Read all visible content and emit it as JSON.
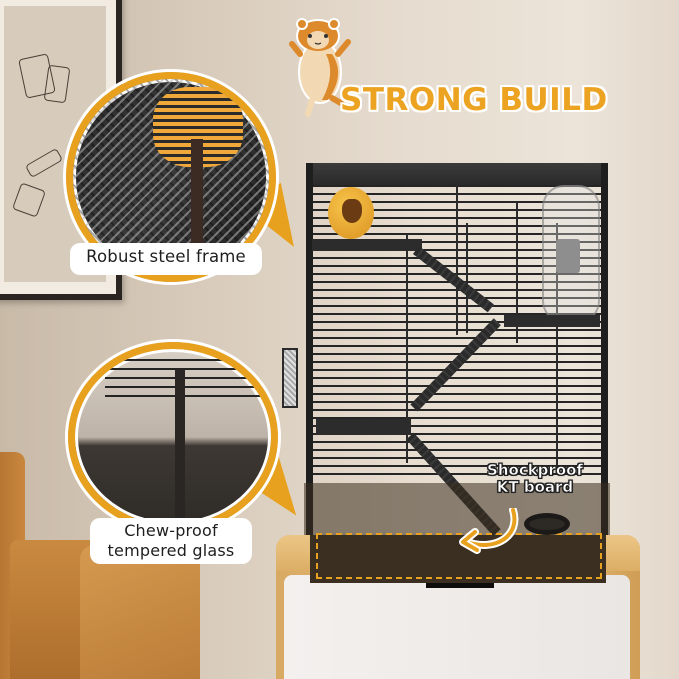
{
  "headline": {
    "title": "STRONG BUILD",
    "mascot": "hamster-mascot-icon"
  },
  "callouts": [
    {
      "id": "steel-frame",
      "label": "Robust steel frame"
    },
    {
      "id": "tempered-glass",
      "label_line1": "Chew-proof",
      "label_line2": "tempered glass"
    }
  ],
  "annotation": {
    "line1": "Shockproof",
    "line2": "KT board"
  },
  "colors": {
    "accent": "#e8a11e",
    "headline": "#eca322",
    "cage": "#2a2a2b",
    "label_bg": "#ffffff",
    "cabinet_wood": "#e2b671",
    "sofa": "#c0803a"
  }
}
